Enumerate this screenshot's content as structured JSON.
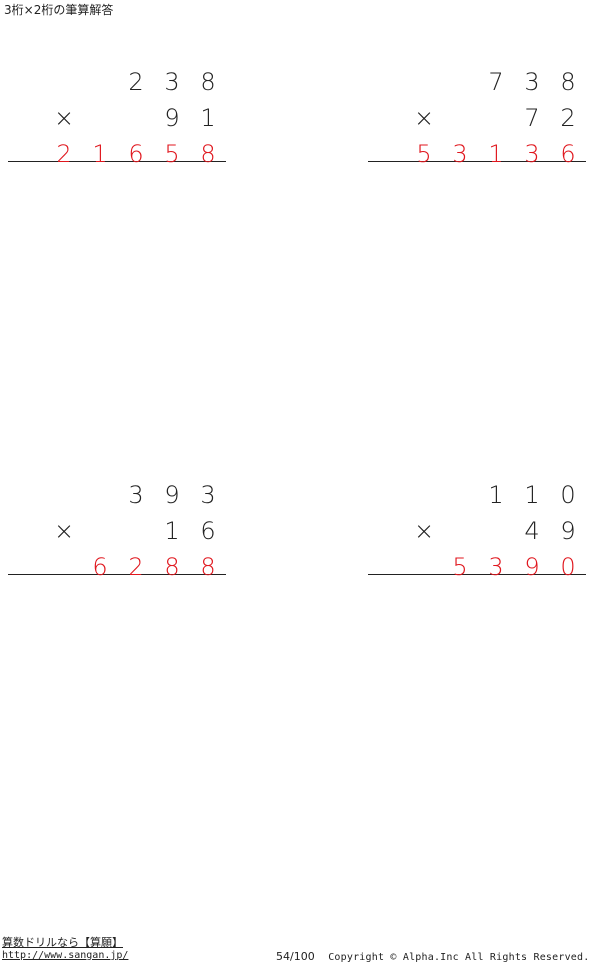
{
  "header": {
    "title": "3桁×2桁の筆算解答"
  },
  "problems": [
    {
      "multiplicand": [
        "2",
        "3",
        "8"
      ],
      "multiplier": [
        "9",
        "1"
      ],
      "operator": "×",
      "answer": [
        "2",
        "1",
        "6",
        "5",
        "8"
      ]
    },
    {
      "multiplicand": [
        "7",
        "3",
        "8"
      ],
      "multiplier": [
        "7",
        "2"
      ],
      "operator": "×",
      "answer": [
        "5",
        "3",
        "1",
        "3",
        "6"
      ]
    },
    {
      "multiplicand": [
        "3",
        "9",
        "3"
      ],
      "multiplier": [
        "1",
        "6"
      ],
      "operator": "×",
      "answer": [
        "6",
        "2",
        "8",
        "8"
      ]
    },
    {
      "multiplicand": [
        "1",
        "1",
        "0"
      ],
      "multiplier": [
        "4",
        "9"
      ],
      "operator": "×",
      "answer": [
        "5",
        "3",
        "9",
        "0"
      ]
    }
  ],
  "footer": {
    "site_name": "算数ドリルなら【算願】",
    "url": "http://www.sangan.jp/",
    "page_number": "54/100",
    "copyright": "Copyright © Alpha.Inc All Rights Reserved."
  },
  "colors": {
    "text": "#222222",
    "answer": "#e0161d"
  }
}
